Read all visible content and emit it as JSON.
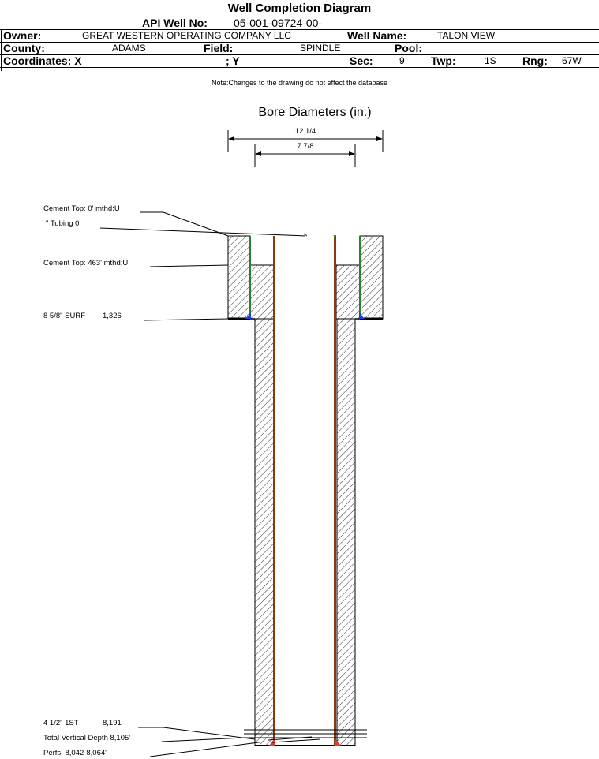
{
  "title": "Well Completion Diagram",
  "header": {
    "api_label": "API Well No:",
    "api_value": "05-001-09724-00-",
    "owner_label": "Owner:",
    "owner_value": "GREAT WESTERN OPERATING COMPANY LLC",
    "well_name_label": "Well Name:",
    "well_name_value": "TALON VIEW",
    "county_label": "County:",
    "county_value": "ADAMS",
    "field_label": "Field:",
    "field_value": "SPINDLE",
    "pool_label": "Pool:",
    "pool_value": "",
    "coords_label": "Coordinates: X",
    "coords_y_label": "; Y",
    "sec_label": "Sec:",
    "sec_value": "9",
    "twp_label": "Twp:",
    "twp_value": "1S",
    "rng_label": "Rng:",
    "rng_value": "67W"
  },
  "note": "Note:Changes to the drawing do not effect the database",
  "bore": {
    "title": "Bore Diameters (in.)",
    "outer": "12 1/4",
    "inner": "7 7/8"
  },
  "annotations": {
    "cement_top_1": "Cement Top: 0' mthd:U",
    "tubing": "\" Tubing 0'",
    "cement_top_2": "Cement Top: 463' mthd:U",
    "surf_casing_name": "8 5/8\" SURF",
    "surf_casing_depth": "1,326'",
    "prod_casing_name": "4 1/2\" 1ST",
    "prod_casing_depth": "8,191'",
    "tvd": "Total Vertical Depth 8,105'",
    "perfs": "Perfs. 8,042-8,064'"
  },
  "colors": {
    "casing": "#2e7d32",
    "tubing_brown": "#8b3a0e",
    "tubing_red": "#e53935",
    "shoe": "#1e3fd6"
  }
}
